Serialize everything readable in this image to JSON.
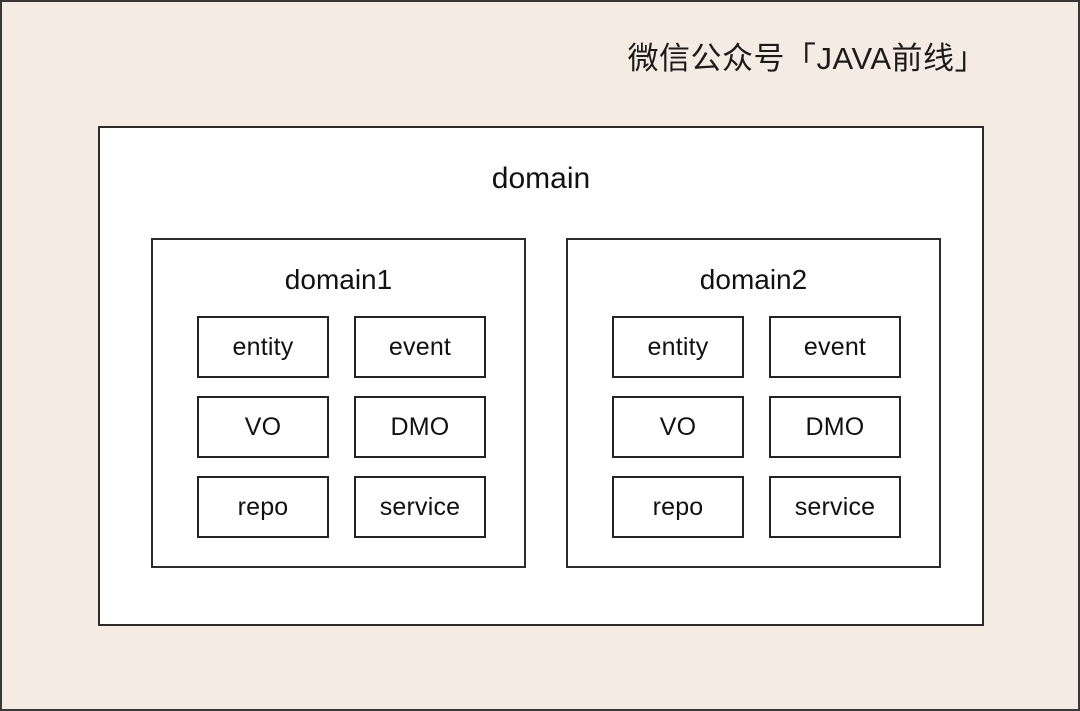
{
  "watermark": {
    "text": "微信公众号「JAVA前线」"
  },
  "canvas": {
    "background_color": "#f4ebe3",
    "border_color": "#3a3836",
    "panel_color": "#ffffff"
  },
  "diagram": {
    "type": "nested-container",
    "root": {
      "label": "domain"
    },
    "groups": [
      {
        "label": "domain1",
        "components": [
          "entity",
          "event",
          "VO",
          "DMO",
          "repo",
          "service"
        ]
      },
      {
        "label": "domain2",
        "components": [
          "entity",
          "event",
          "VO",
          "DMO",
          "repo",
          "service"
        ]
      }
    ]
  }
}
